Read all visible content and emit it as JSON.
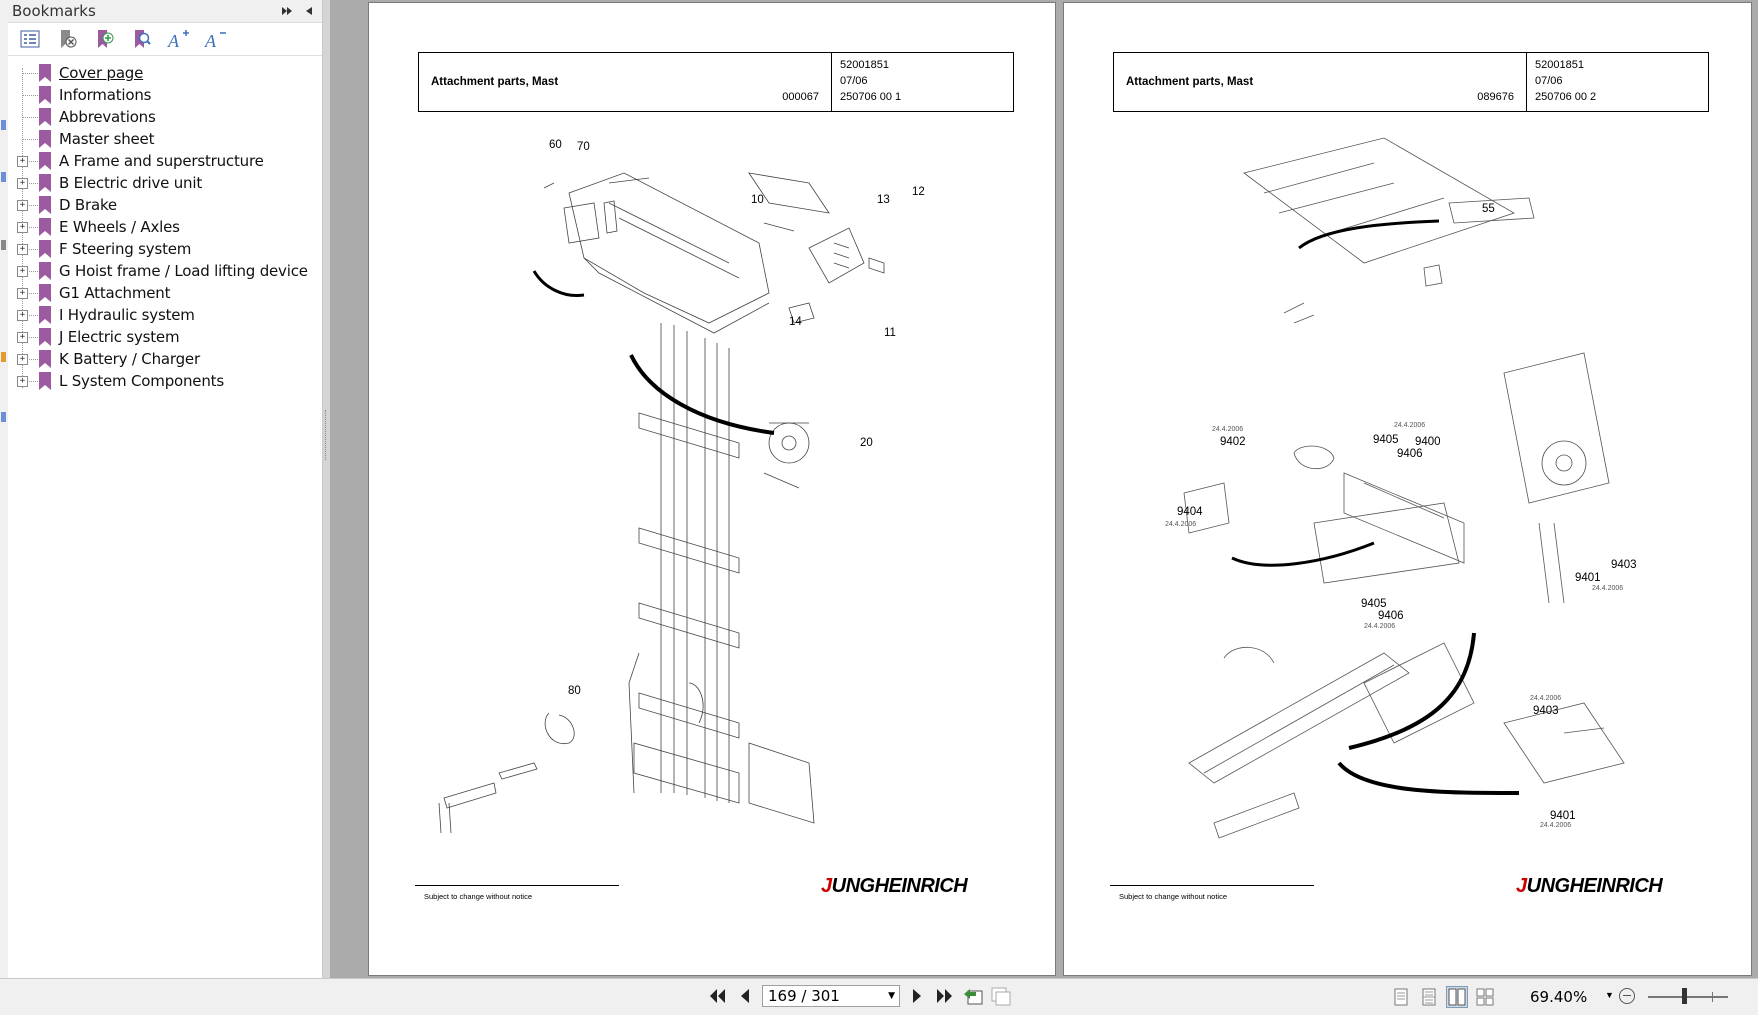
{
  "bookmarks_panel": {
    "title": "Bookmarks",
    "items": [
      {
        "label": "Cover page",
        "expandable": false,
        "selected": true
      },
      {
        "label": "Informations",
        "expandable": false
      },
      {
        "label": "Abbrevations",
        "expandable": false
      },
      {
        "label": "Master sheet",
        "expandable": false
      },
      {
        "label": "A Frame and superstructure",
        "expandable": true
      },
      {
        "label": "B Electric drive unit",
        "expandable": true
      },
      {
        "label": "D Brake",
        "expandable": true
      },
      {
        "label": "E Wheels / Axles",
        "expandable": true
      },
      {
        "label": "F Steering system",
        "expandable": true
      },
      {
        "label": "G Hoist frame / Load lifting device",
        "expandable": true
      },
      {
        "label": "G1 Attachment",
        "expandable": true
      },
      {
        "label": "I Hydraulic system",
        "expandable": true
      },
      {
        "label": "J Electric system",
        "expandable": true
      },
      {
        "label": "K Battery / Charger",
        "expandable": true
      },
      {
        "label": "L System Components",
        "expandable": true
      }
    ]
  },
  "pages": [
    {
      "title": "Attachment parts, Mast",
      "figure_code": "000067",
      "info1": "52001851",
      "info2": "07/06",
      "info3": "250706 00 1",
      "footer": "Subject to change without notice",
      "logo": "UNGHEINRICH",
      "logo_first": "J",
      "callouts": [
        "60",
        "70",
        "10",
        "13",
        "12",
        "14",
        "11",
        "20",
        "80"
      ]
    },
    {
      "title": "Attachment parts, Mast",
      "figure_code": "089676",
      "info1": "52001851",
      "info2": "07/06",
      "info3": "250706 00 2",
      "footer": "Subject to change without notice",
      "logo": "UNGHEINRICH",
      "logo_first": "J",
      "callouts": [
        "55",
        "9402",
        "9405",
        "9400",
        "9406",
        "9404",
        "9403",
        "9401",
        "9405",
        "9406",
        "9403",
        "9401"
      ],
      "date_notes": [
        "24.4.2006",
        "24.4.2006",
        "24.4.2006",
        "24.4.2006",
        "24.4.2006",
        "24.4.2006",
        "24.4.2006"
      ]
    }
  ],
  "statusbar": {
    "page_indicator": "169 / 301",
    "zoom": "69.40%",
    "zoom_fraction": 0.45
  },
  "icons": [
    "bookmark-options-icon",
    "collapse-panel-icon",
    "expand-all-icon",
    "delete-bookmark-icon",
    "add-bookmark-icon",
    "find-bookmark-icon",
    "increase-font-icon",
    "decrease-font-icon",
    "bookmark-icon",
    "first-page-icon",
    "previous-page-icon",
    "next-page-icon",
    "last-page-icon"
  ],
  "colors": {
    "bookmark": "#9c5aa0",
    "logo_red": "#cc0000",
    "active_view": "#cfd9e6"
  }
}
